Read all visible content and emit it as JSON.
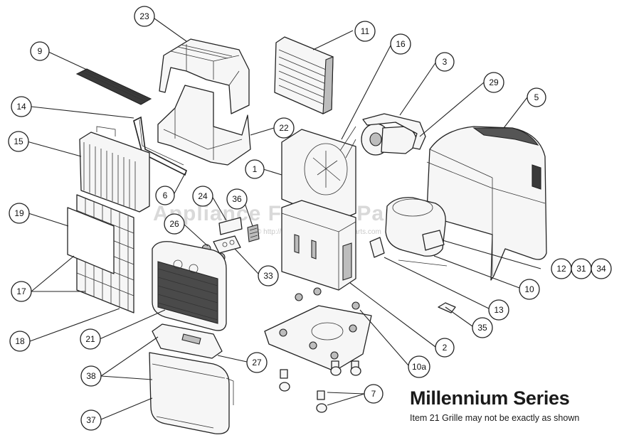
{
  "diagram": {
    "watermark": {
      "brand": "Appliance Factory Parts",
      "url": "© http://www.appliancefactoryparts.com"
    },
    "title": "Millennium Series",
    "note": "Item 21 Grille may not be exactly as shown",
    "callouts": {
      "c1": "1",
      "c2": "2",
      "c3": "3",
      "c5": "5",
      "c6": "6",
      "c7": "7",
      "c9": "9",
      "c10": "10",
      "c10a": "10a",
      "c11": "11",
      "c12": "12",
      "c13": "13",
      "c14": "14",
      "c15": "15",
      "c16": "16",
      "c17": "17",
      "c18": "18",
      "c19": "19",
      "c21": "21",
      "c22": "22",
      "c23": "23",
      "c24": "24",
      "c26": "26",
      "c27": "27",
      "c29": "29",
      "c31": "31",
      "c33": "33",
      "c34": "34",
      "c35": "35",
      "c36": "36",
      "c37": "37",
      "c38": "38"
    }
  }
}
